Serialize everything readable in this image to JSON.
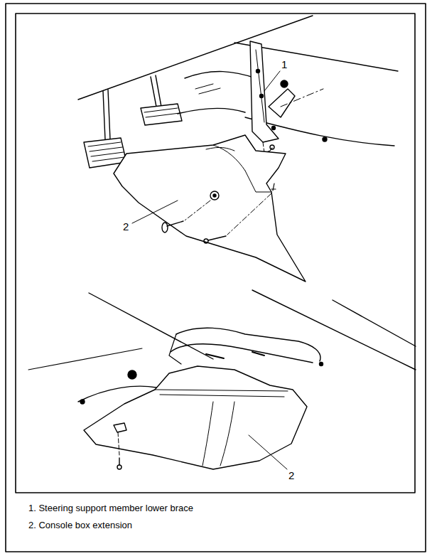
{
  "diagram": {
    "labels": [
      "1",
      "2",
      "2",
      "1. Steering support member lower brace",
      "2. Console box extension"
    ]
  }
}
